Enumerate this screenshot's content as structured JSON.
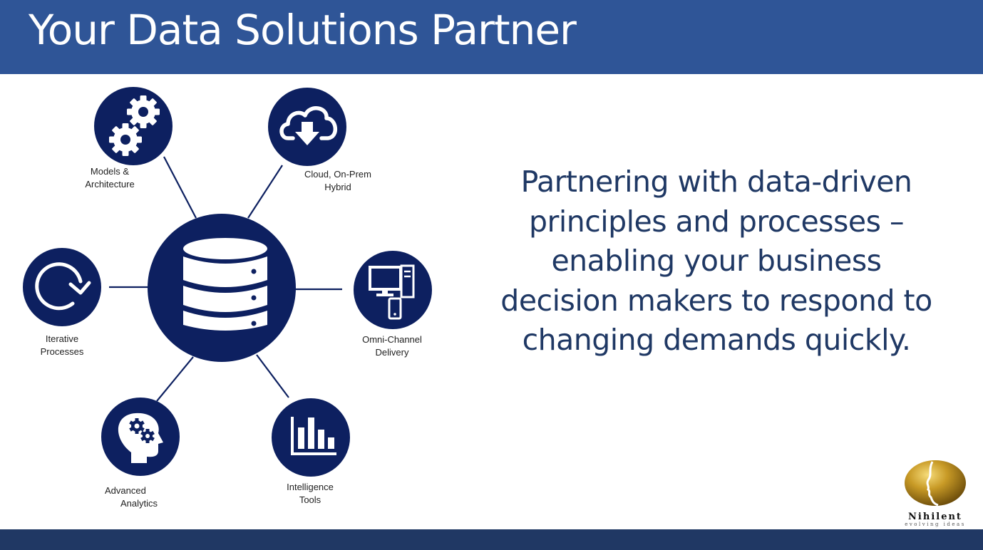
{
  "title": "Your Data Solutions Partner",
  "colors": {
    "header": "#2f5597",
    "node": "#0d2060",
    "footer": "#203864",
    "text": "#1f3864"
  },
  "hub": {
    "icon": "database-icon"
  },
  "nodes": [
    {
      "id": "models",
      "icon": "gears-icon",
      "line1": "Models &",
      "line2": "Architecture"
    },
    {
      "id": "cloud",
      "icon": "cloud-download-icon",
      "line1": "Cloud, On-Prem",
      "line2": "Hybrid"
    },
    {
      "id": "iterative",
      "icon": "refresh-arrow-icon",
      "line1": "Iterative",
      "line2": "Processes"
    },
    {
      "id": "omni",
      "icon": "computer-phone-icon",
      "line1": "Omni-Channel",
      "line2": "Delivery"
    },
    {
      "id": "analytics",
      "icon": "head-gears-icon",
      "line1": "Advanced",
      "line2": "Analytics"
    },
    {
      "id": "intelligence",
      "icon": "bar-chart-icon",
      "line1": "Intelligence",
      "line2": "Tools"
    }
  ],
  "tagline": {
    "lines": [
      "Partnering with data-driven",
      "principles and processes  –",
      "enabling your business",
      "decision makers to respond to",
      "changing demands quickly."
    ]
  },
  "logo": {
    "name": "Nihilent",
    "tagline": "evolving ideas",
    "icon": "golden-egg-logo"
  }
}
